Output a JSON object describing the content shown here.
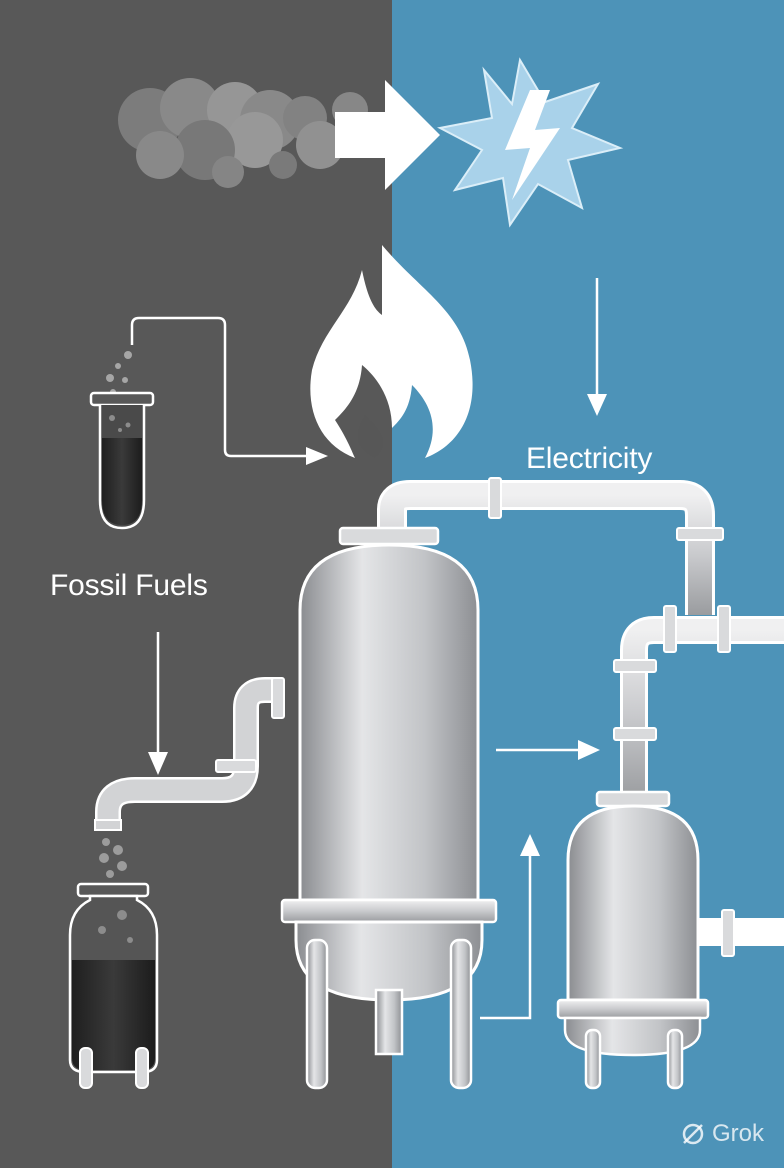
{
  "diagram": {
    "left_label": "Fossil Fuels",
    "right_label": "Electricity"
  },
  "watermark": {
    "text": "Grok",
    "icon": "grok-logo-icon"
  },
  "colors": {
    "left_background": "#585858",
    "right_background": "#4d93b8",
    "label": "#ffffff",
    "metal": "#b9bbbe",
    "fuel": "#2e2e2e"
  }
}
